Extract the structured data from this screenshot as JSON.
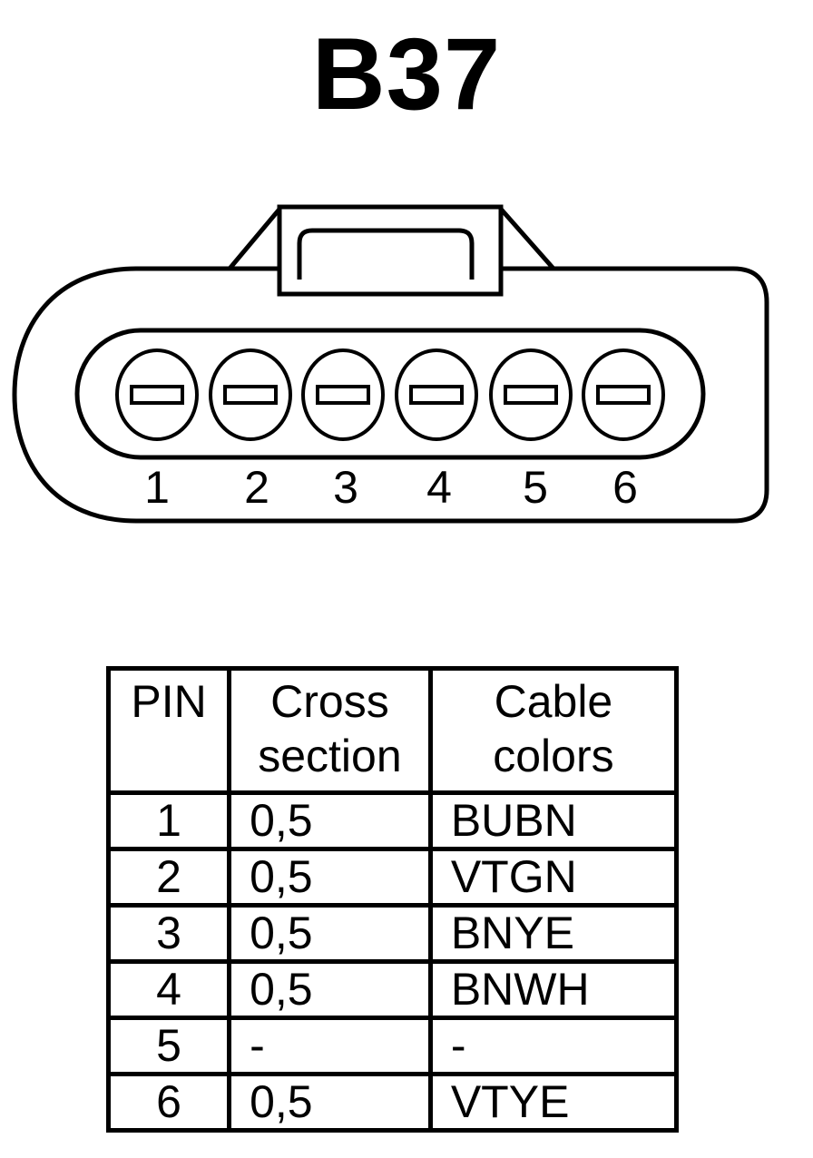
{
  "title": "B37",
  "connector": {
    "pin_labels": [
      "1",
      "2",
      "3",
      "4",
      "5",
      "6"
    ]
  },
  "table": {
    "headers": {
      "pin": "PIN",
      "cross_section": [
        "Cross",
        "section"
      ],
      "cable_colors": [
        "Cable",
        "colors"
      ]
    },
    "rows": [
      {
        "pin": "1",
        "cross_section": "0,5",
        "cable_colors": "BUBN"
      },
      {
        "pin": "2",
        "cross_section": "0,5",
        "cable_colors": "VTGN"
      },
      {
        "pin": "3",
        "cross_section": "0,5",
        "cable_colors": "BNYE"
      },
      {
        "pin": "4",
        "cross_section": "0,5",
        "cable_colors": "BNWH"
      },
      {
        "pin": "5",
        "cross_section": "-",
        "cable_colors": "-"
      },
      {
        "pin": "6",
        "cross_section": "0,5",
        "cable_colors": "VTYE"
      }
    ]
  }
}
